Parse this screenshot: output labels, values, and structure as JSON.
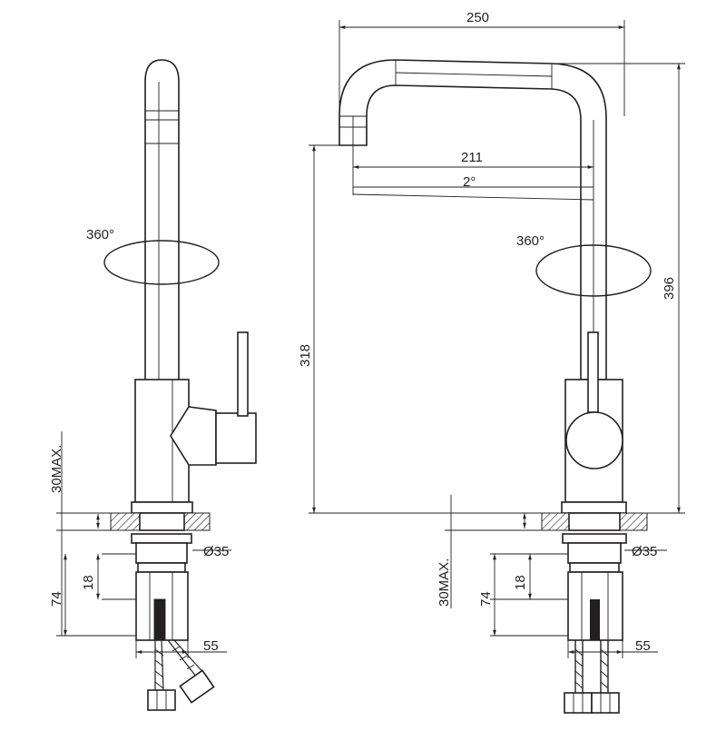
{
  "drawing": {
    "side_view": {
      "rotation": "360°",
      "counter_thickness": "30MAX.",
      "diameter": "Ø35",
      "dim_18": "18",
      "dim_74": "74",
      "dim_55": "55"
    },
    "front_view": {
      "width_total": "250",
      "reach": "211",
      "angle": "2°",
      "rotation": "360°",
      "height_total": "396",
      "spout_height": "318",
      "counter_thickness": "30MAX.",
      "diameter": "Ø35",
      "dim_18": "18",
      "dim_74": "74",
      "dim_55": "55"
    }
  },
  "colors": {
    "line": "#231f20",
    "background": "#ffffff"
  }
}
